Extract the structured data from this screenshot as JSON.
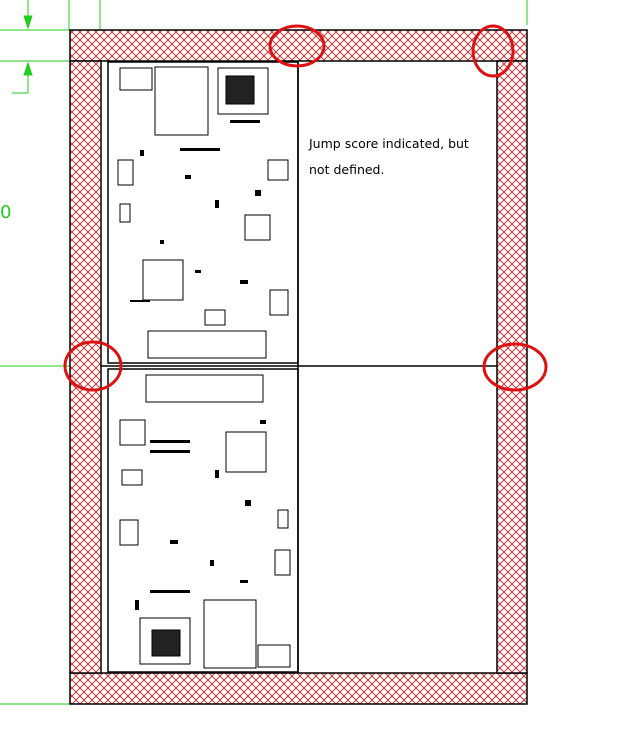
{
  "annotation": {
    "line1": "Jump score indicated, but",
    "line2": "not defined."
  },
  "dimension_label": "0",
  "colors": {
    "hatch": "#cc2222",
    "dimension": "#22cc22",
    "highlight_circle": "#dd1111",
    "outline": "#000000"
  },
  "boards": [
    {
      "name": "board-top"
    },
    {
      "name": "board-bottom"
    }
  ],
  "highlights": [
    "top-rail-score",
    "top-right-corner",
    "left-rail-score",
    "right-rail-score"
  ]
}
